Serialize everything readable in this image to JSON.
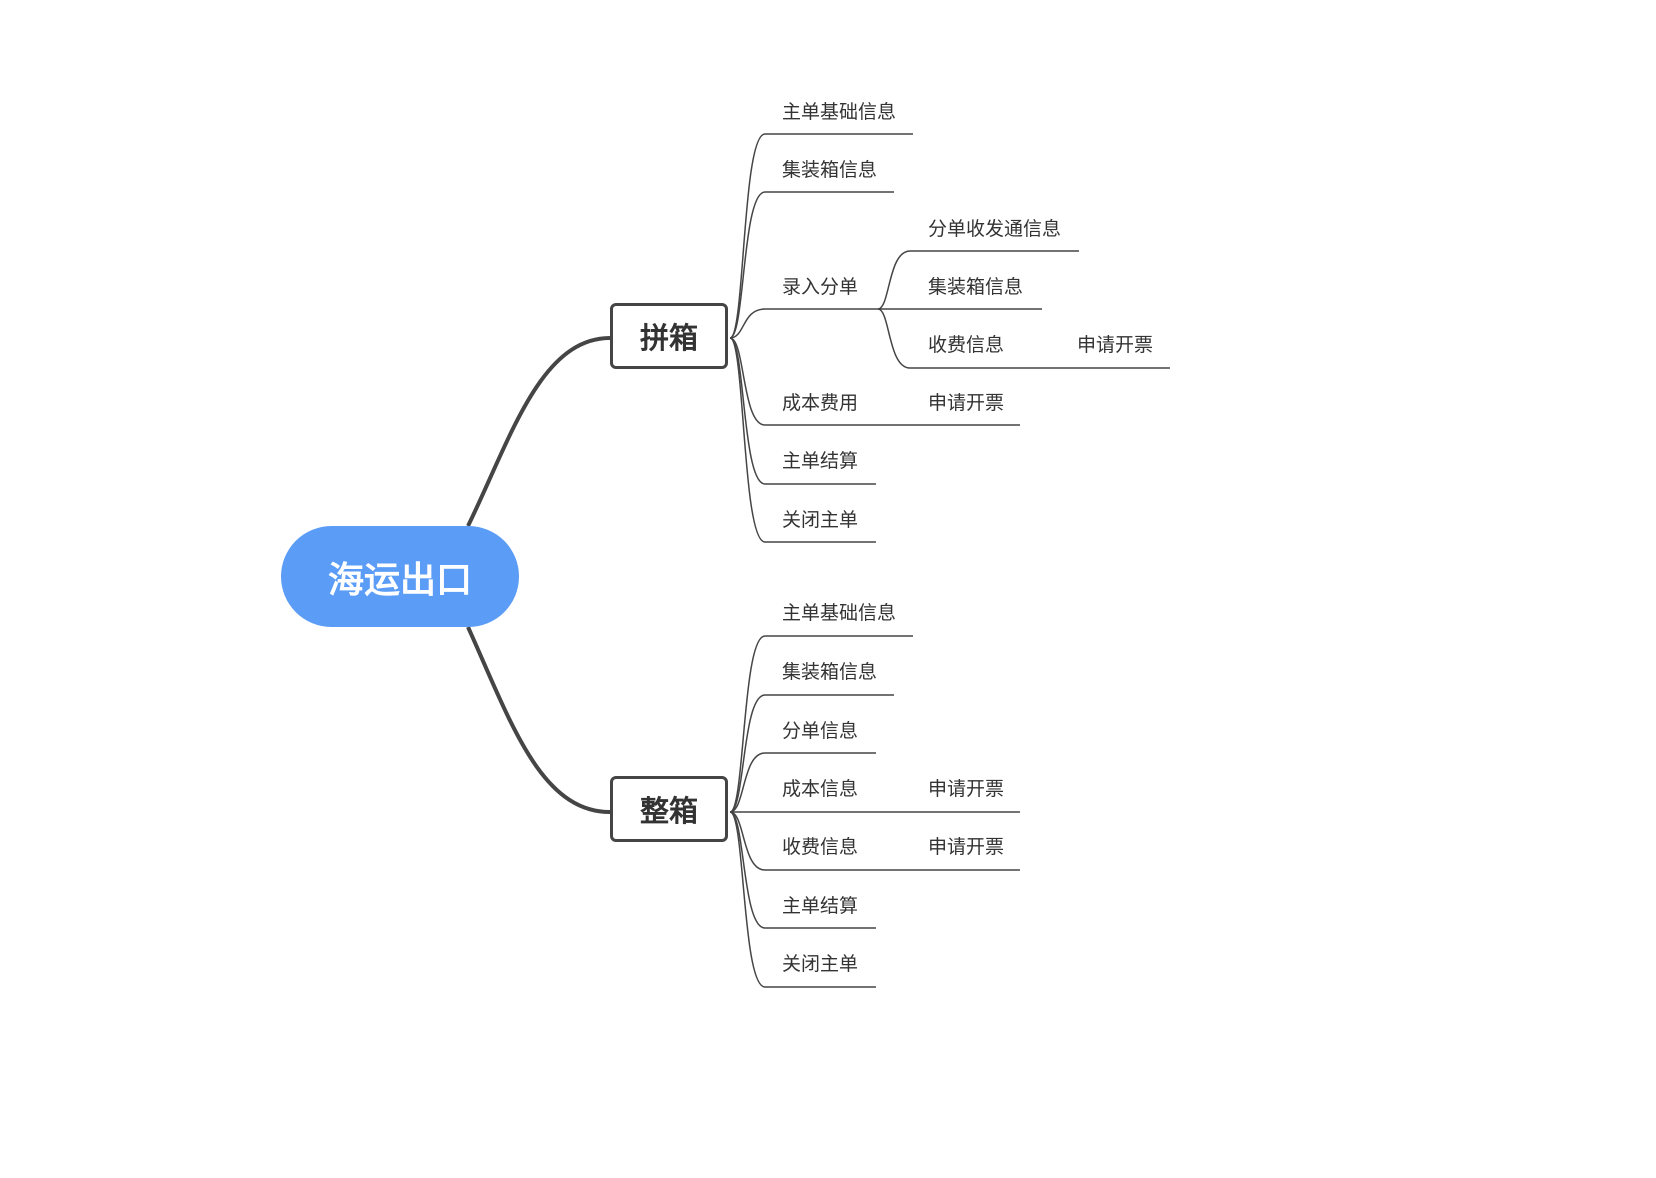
{
  "root": {
    "label": "海运出口"
  },
  "branches": [
    {
      "label": "拼箱",
      "items": [
        {
          "label": "主单基础信息"
        },
        {
          "label": "集装箱信息"
        },
        {
          "label": "录入分单",
          "children": [
            {
              "label": "分单收发通信息"
            },
            {
              "label": "集装箱信息"
            },
            {
              "label": "收费信息",
              "children": [
                {
                  "label": "申请开票"
                }
              ]
            }
          ]
        },
        {
          "label": "成本费用",
          "children": [
            {
              "label": "申请开票"
            }
          ]
        },
        {
          "label": "主单结算"
        },
        {
          "label": "关闭主单"
        }
      ]
    },
    {
      "label": "整箱",
      "items": [
        {
          "label": "主单基础信息"
        },
        {
          "label": "集装箱信息"
        },
        {
          "label": "分单信息"
        },
        {
          "label": "成本信息",
          "children": [
            {
              "label": "申请开票"
            }
          ]
        },
        {
          "label": "收费信息",
          "children": [
            {
              "label": "申请开票"
            }
          ]
        },
        {
          "label": "主单结算"
        },
        {
          "label": "关闭主单"
        }
      ]
    }
  ],
  "colors": {
    "root_fill": "#5b9cf7",
    "line": "#454545",
    "text": "#333333"
  }
}
